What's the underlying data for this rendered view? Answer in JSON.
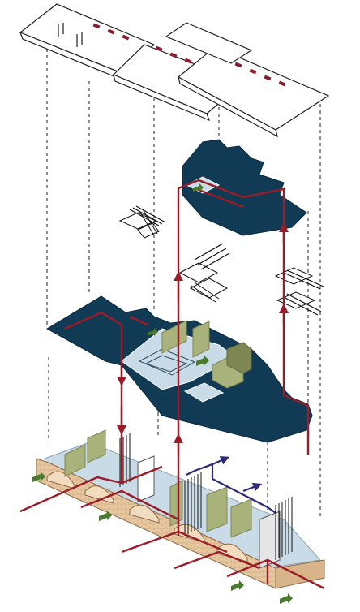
{
  "diagram": {
    "kind": "exploded-axonometric",
    "layers": [
      {
        "id": "roof",
        "label": ""
      },
      {
        "id": "upper-floor",
        "label": ""
      },
      {
        "id": "stairs",
        "label": ""
      },
      {
        "id": "middle-floor",
        "label": ""
      },
      {
        "id": "ground-floor",
        "label": ""
      }
    ],
    "colors": {
      "roof_fill": "#ffffff",
      "roof_stroke": "#222222",
      "skylight": "#8b1c2c",
      "floor_slab": "#113a55",
      "floor_slab_edge": "#0b2a40",
      "room_light": "#c9dbe6",
      "partition_green": "#a9b27a",
      "partition_green_dark": "#7e8754",
      "brick_base": "#e6c7a0",
      "brick_stroke": "#8c6a44",
      "circulation_red": "#9b1b27",
      "circulation_blue": "#2c2a78",
      "arrow_green": "#4a7a2c",
      "dashed_guides": "#222222"
    },
    "icons": [
      "staircase-icon",
      "entry-arrow-icon"
    ]
  }
}
